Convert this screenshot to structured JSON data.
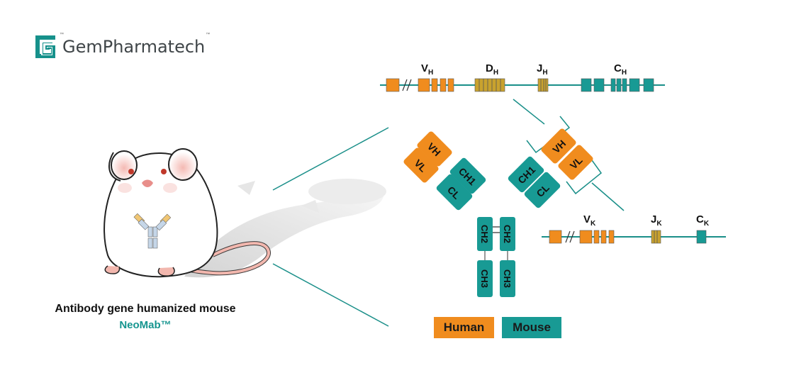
{
  "logo": {
    "brand": "GemPharmatech",
    "tm": "™"
  },
  "caption": {
    "title": "Antibody gene humanized mouse",
    "brand": "NeoMab™"
  },
  "legend": [
    {
      "label": "Human",
      "color": "#f08c1e"
    },
    {
      "label": "Mouse",
      "color": "#189a94"
    }
  ],
  "heavy_locus": {
    "segments": [
      {
        "letter": "V",
        "sub": "H"
      },
      {
        "letter": "D",
        "sub": "H"
      },
      {
        "letter": "J",
        "sub": "H"
      },
      {
        "letter": "C",
        "sub": "H"
      }
    ]
  },
  "kappa_locus": {
    "segments": [
      {
        "letter": "V",
        "sub": "K"
      },
      {
        "letter": "J",
        "sub": "K"
      },
      {
        "letter": "C",
        "sub": "K"
      }
    ]
  },
  "antibody_domains": {
    "left_vh": "VH",
    "left_ch1": "CH1",
    "left_vl": "VL",
    "left_cl": "CL",
    "right_vh": "VH",
    "right_ch1": "CH1",
    "right_vl": "VL",
    "right_cl": "CL",
    "left_ch2": "CH2",
    "left_ch3": "CH3",
    "right_ch2": "CH2",
    "right_ch3": "CH3"
  }
}
